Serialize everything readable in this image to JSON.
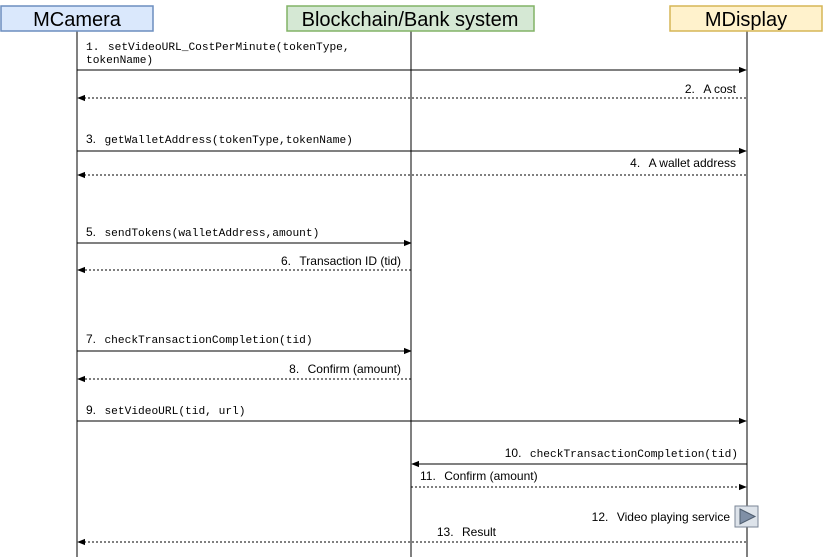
{
  "participants": [
    {
      "id": "mcamera",
      "label": "MCamera",
      "fill": "#dae8fc",
      "stroke": "#6c8ebf"
    },
    {
      "id": "blockchain",
      "label": "Blockchain/Bank system",
      "fill": "#d5e8d4",
      "stroke": "#82b366"
    },
    {
      "id": "mdisplay",
      "label": "MDisplay",
      "fill": "#fff2cc",
      "stroke": "#d6b656"
    }
  ],
  "messages": [
    {
      "num": "1.",
      "lines": [
        "setVideoURL_CostPerMinute(tokenType,",
        "tokenName)"
      ],
      "code": true,
      "from": "mcamera",
      "to": "mdisplay",
      "style": "solid"
    },
    {
      "num": "2.",
      "lines": [
        "A cost"
      ],
      "code": false,
      "from": "mdisplay",
      "to": "mcamera",
      "style": "dashed"
    },
    {
      "num": "3.",
      "lines": [
        "getWalletAddress(tokenType,tokenName)"
      ],
      "code": true,
      "from": "mcamera",
      "to": "mdisplay",
      "style": "solid"
    },
    {
      "num": "4.",
      "lines": [
        "A wallet address"
      ],
      "code": false,
      "from": "mdisplay",
      "to": "mcamera",
      "style": "dashed"
    },
    {
      "num": "5.",
      "lines": [
        "sendTokens(walletAddress,amount)"
      ],
      "code": true,
      "from": "mcamera",
      "to": "blockchain",
      "style": "solid"
    },
    {
      "num": "6.",
      "lines": [
        "Transaction ID (tid)"
      ],
      "code": false,
      "from": "blockchain",
      "to": "mcamera",
      "style": "dashed"
    },
    {
      "num": "7.",
      "lines": [
        "checkTransactionCompletion(tid)"
      ],
      "code": true,
      "from": "mcamera",
      "to": "blockchain",
      "style": "solid"
    },
    {
      "num": "8.",
      "lines": [
        "Confirm (amount)"
      ],
      "code": false,
      "from": "blockchain",
      "to": "mcamera",
      "style": "dashed"
    },
    {
      "num": "9.",
      "lines": [
        "setVideoURL(tid, url)"
      ],
      "code": true,
      "from": "mcamera",
      "to": "mdisplay",
      "style": "solid"
    },
    {
      "num": "10.",
      "lines": [
        "checkTransactionCompletion(tid)"
      ],
      "code": true,
      "from": "mdisplay",
      "to": "blockchain",
      "style": "solid"
    },
    {
      "num": "11.",
      "lines": [
        "Confirm (amount)"
      ],
      "code": false,
      "from": "blockchain",
      "to": "mdisplay",
      "style": "dashed"
    },
    {
      "num": "12.",
      "lines": [
        "Video playing service"
      ],
      "code": false,
      "self": "mdisplay",
      "icon": "play-icon"
    },
    {
      "num": "13.",
      "lines": [
        "Result"
      ],
      "code": false,
      "from": "mdisplay",
      "to": "mcamera",
      "style": "dashed"
    }
  ]
}
